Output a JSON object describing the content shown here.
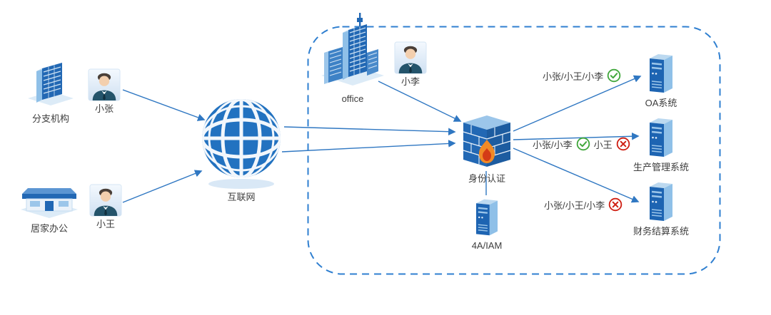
{
  "nodes": {
    "branch": {
      "label": "分支机构"
    },
    "xiaozhang": {
      "label": "小张"
    },
    "home": {
      "label": "居家办公"
    },
    "xiaowang": {
      "label": "小王"
    },
    "internet": {
      "label": "互联网"
    },
    "office": {
      "label": "office"
    },
    "xiaoli": {
      "label": "小李"
    },
    "auth": {
      "label": "身份认证"
    },
    "iam": {
      "label": "4A/IAM"
    },
    "oa_system": {
      "label": "OA系统"
    },
    "prod_system": {
      "label": "生产管理系统"
    },
    "finance_system": {
      "label": "财务结算系统"
    }
  },
  "access": {
    "oa": {
      "users": "小张/小王/小李",
      "result": "allowed"
    },
    "prod": {
      "allowed_users": "小张/小李",
      "denied_users": "小王"
    },
    "finance": {
      "users": "小张/小王/小李",
      "result": "denied"
    }
  },
  "icons": {
    "allowed": "check-circle-icon",
    "denied": "cross-circle-icon"
  },
  "colors": {
    "primary_blue": "#2268b4",
    "light_blue": "#8fc0e8",
    "zone_border": "#2f7fd0",
    "arrow": "#2f77c2",
    "allowed_green": "#41a73c",
    "denied_red": "#cf2014"
  }
}
